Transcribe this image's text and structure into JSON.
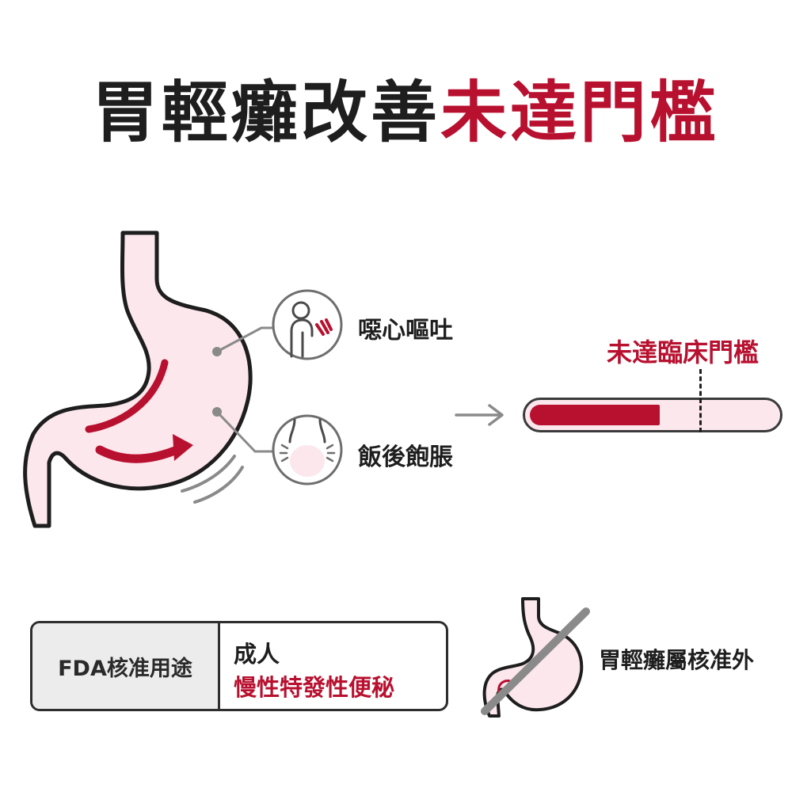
{
  "title": {
    "part1": "胃輕癱改善",
    "part2": "未達門檻"
  },
  "symptoms": [
    {
      "label": "噁心嘔吐",
      "icon": "nausea-vomiting-icon"
    },
    {
      "label": "飯後飽脹",
      "icon": "postmeal-fullness-icon"
    }
  ],
  "improvement": {
    "threshold_label": "未達臨床門檻",
    "progress_fraction": 0.53,
    "threshold_fraction": 0.69
  },
  "fda": {
    "label": "FDA核准用途",
    "line1": "成人",
    "line2": "慢性特發性便秘"
  },
  "exclusion": {
    "label": "胃輕癱屬核准外"
  },
  "colors": {
    "accent": "#b8102f",
    "stomach_fill": "#fbe7ec",
    "outline": "#1e1e1e",
    "gray": "#8a8a8a"
  }
}
